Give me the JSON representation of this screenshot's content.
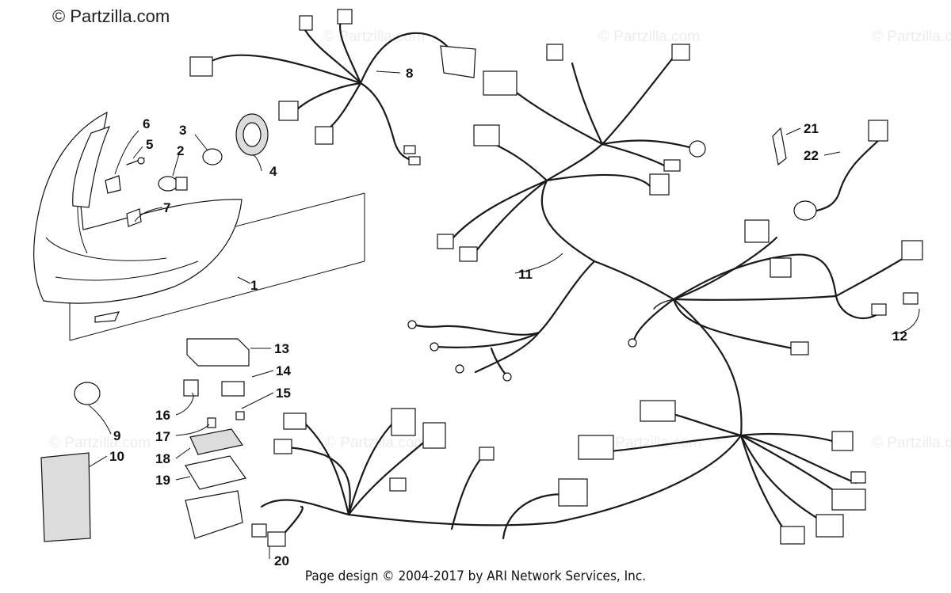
{
  "watermark": {
    "main": "© Partzilla.com",
    "faint": "© Partzilla.com"
  },
  "footer": {
    "text": "Page design © 2004-2017 by ARI Network Services, Inc."
  },
  "callouts": [
    "1",
    "2",
    "3",
    "4",
    "5",
    "6",
    "7",
    "8",
    "9",
    "10",
    "11",
    "12",
    "13",
    "14",
    "15",
    "16",
    "17",
    "18",
    "19",
    "20",
    "21",
    "22"
  ]
}
